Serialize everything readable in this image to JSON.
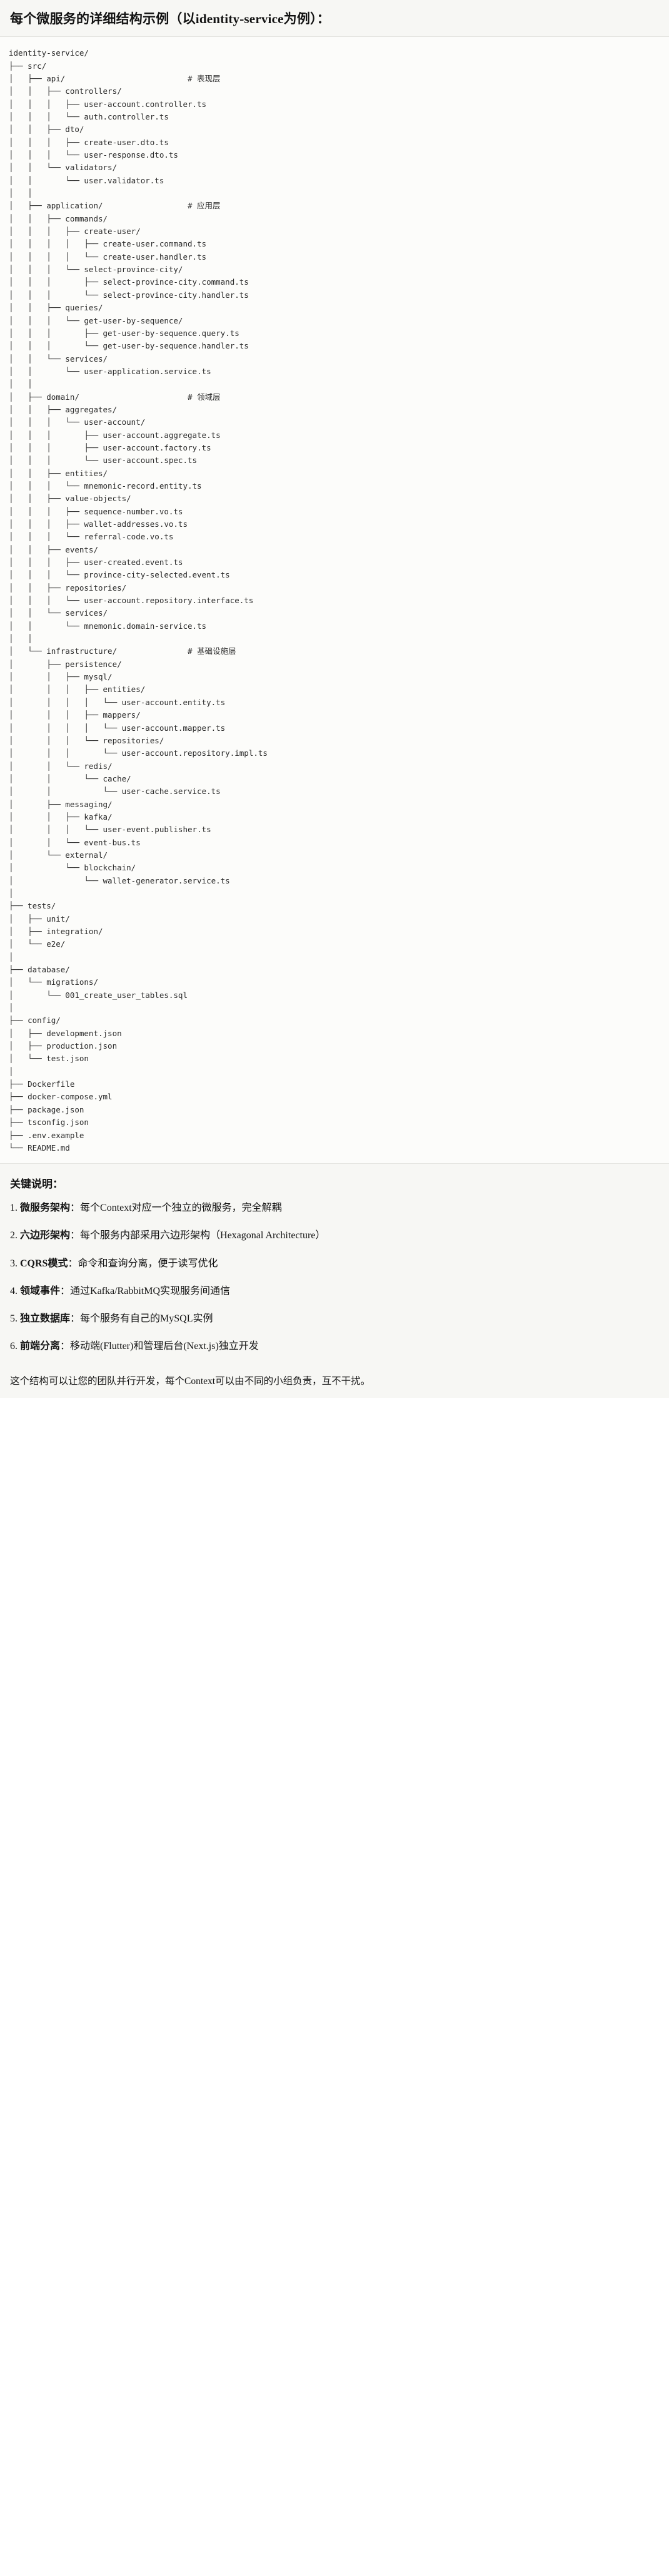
{
  "header": {
    "title": "每个微服务的详细结构示例（以identity-service为例）："
  },
  "tree": {
    "root": "identity-service/",
    "text": "identity-service/\n├── src/\n│   ├── api/                          # 表现层\n│   │   ├── controllers/\n│   │   │   ├── user-account.controller.ts\n│   │   │   └── auth.controller.ts\n│   │   ├── dto/\n│   │   │   ├── create-user.dto.ts\n│   │   │   └── user-response.dto.ts\n│   │   └── validators/\n│   │       └── user.validator.ts\n│   │\n│   ├── application/                  # 应用层\n│   │   ├── commands/\n│   │   │   ├── create-user/\n│   │   │   │   ├── create-user.command.ts\n│   │   │   │   └── create-user.handler.ts\n│   │   │   └── select-province-city/\n│   │   │       ├── select-province-city.command.ts\n│   │   │       └── select-province-city.handler.ts\n│   │   ├── queries/\n│   │   │   └── get-user-by-sequence/\n│   │   │       ├── get-user-by-sequence.query.ts\n│   │   │       └── get-user-by-sequence.handler.ts\n│   │   └── services/\n│   │       └── user-application.service.ts\n│   │\n│   ├── domain/                       # 领域层\n│   │   ├── aggregates/\n│   │   │   └── user-account/\n│   │   │       ├── user-account.aggregate.ts\n│   │   │       ├── user-account.factory.ts\n│   │   │       └── user-account.spec.ts\n│   │   ├── entities/\n│   │   │   └── mnemonic-record.entity.ts\n│   │   ├── value-objects/\n│   │   │   ├── sequence-number.vo.ts\n│   │   │   ├── wallet-addresses.vo.ts\n│   │   │   └── referral-code.vo.ts\n│   │   ├── events/\n│   │   │   ├── user-created.event.ts\n│   │   │   └── province-city-selected.event.ts\n│   │   ├── repositories/\n│   │   │   └── user-account.repository.interface.ts\n│   │   └── services/\n│   │       └── mnemonic.domain-service.ts\n│   │\n│   └── infrastructure/               # 基础设施层\n│       ├── persistence/\n│       │   ├── mysql/\n│       │   │   ├── entities/\n│       │   │   │   └── user-account.entity.ts\n│       │   │   ├── mappers/\n│       │   │   │   └── user-account.mapper.ts\n│       │   │   └── repositories/\n│       │   │       └── user-account.repository.impl.ts\n│       │   └── redis/\n│       │       └── cache/\n│       │           └── user-cache.service.ts\n│       ├── messaging/\n│       │   ├── kafka/\n│       │   │   └── user-event.publisher.ts\n│       │   └── event-bus.ts\n│       └── external/\n│           └── blockchain/\n│               └── wallet-generator.service.ts\n│\n├── tests/\n│   ├── unit/\n│   ├── integration/\n│   └── e2e/\n│\n├── database/\n│   └── migrations/\n│       └── 001_create_user_tables.sql\n│\n├── config/\n│   ├── development.json\n│   ├── production.json\n│   └── test.json\n│\n├── Dockerfile\n├── docker-compose.yml\n├── package.json\n├── tsconfig.json\n├── .env.example\n└── README.md",
    "layer_comments": [
      "# 表现层",
      "# 应用层",
      "# 领域层",
      "# 基础设施层"
    ],
    "entries": [
      "identity-service/",
      "src/",
      "api/",
      "controllers/",
      "user-account.controller.ts",
      "auth.controller.ts",
      "dto/",
      "create-user.dto.ts",
      "user-response.dto.ts",
      "validators/",
      "user.validator.ts",
      "application/",
      "commands/",
      "create-user/",
      "create-user.command.ts",
      "create-user.handler.ts",
      "select-province-city/",
      "select-province-city.command.ts",
      "select-province-city.handler.ts",
      "queries/",
      "get-user-by-sequence/",
      "get-user-by-sequence.query.ts",
      "get-user-by-sequence.handler.ts",
      "services/",
      "user-application.service.ts",
      "domain/",
      "aggregates/",
      "user-account/",
      "user-account.aggregate.ts",
      "user-account.factory.ts",
      "user-account.spec.ts",
      "entities/",
      "mnemonic-record.entity.ts",
      "value-objects/",
      "sequence-number.vo.ts",
      "wallet-addresses.vo.ts",
      "referral-code.vo.ts",
      "events/",
      "user-created.event.ts",
      "province-city-selected.event.ts",
      "repositories/",
      "user-account.repository.interface.ts",
      "services/",
      "mnemonic.domain-service.ts",
      "infrastructure/",
      "persistence/",
      "mysql/",
      "entities/",
      "user-account.entity.ts",
      "mappers/",
      "user-account.mapper.ts",
      "repositories/",
      "user-account.repository.impl.ts",
      "redis/",
      "cache/",
      "user-cache.service.ts",
      "messaging/",
      "kafka/",
      "user-event.publisher.ts",
      "event-bus.ts",
      "external/",
      "blockchain/",
      "wallet-generator.service.ts",
      "tests/",
      "unit/",
      "integration/",
      "e2e/",
      "database/",
      "migrations/",
      "001_create_user_tables.sql",
      "config/",
      "development.json",
      "production.json",
      "test.json",
      "Dockerfile",
      "docker-compose.yml",
      "package.json",
      "tsconfig.json",
      ".env.example",
      "README.md"
    ]
  },
  "keypoints": {
    "title": "关键说明：",
    "items": [
      {
        "label": "微服务架构",
        "text": "：每个Context对应一个独立的微服务，完全解耦"
      },
      {
        "label": "六边形架构",
        "text": "：每个服务内部采用六边形架构（Hexagonal Architecture）"
      },
      {
        "label": "CQRS模式",
        "text": "：命令和查询分离，便于读写优化"
      },
      {
        "label": "领域事件",
        "text": "：通过Kafka/RabbitMQ实现服务间通信"
      },
      {
        "label": "独立数据库",
        "text": "：每个服务有自己的MySQL实例"
      },
      {
        "label": "前端分离",
        "text": "：移动端(Flutter)和管理后台(Next.js)独立开发"
      }
    ]
  },
  "closing": {
    "text": "这个结构可以让您的团队并行开发，每个Context可以由不同的小组负责，互不干扰。"
  },
  "colors": {
    "page_background": "#ffffff",
    "header_background": "#f7f7f4",
    "code_background": "#fcfcfa",
    "text": "#1f1f1f",
    "comment": "#595959",
    "divider": "#e3e3df"
  }
}
